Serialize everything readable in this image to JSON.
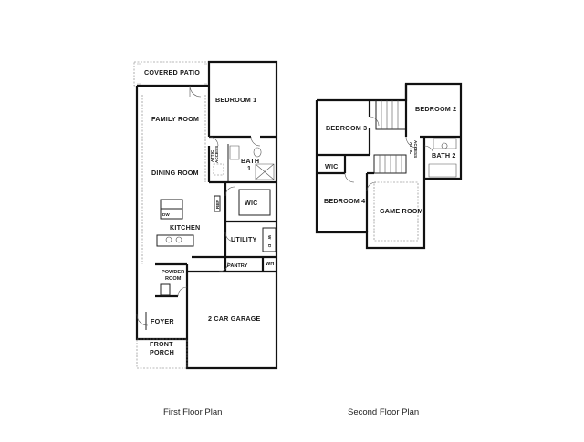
{
  "first_floor": {
    "title": "First Floor Plan",
    "rooms": {
      "covered_patio": "COVERED PATIO",
      "family_room": "FAMILY ROOM",
      "bedroom_1": "BEDROOM 1",
      "dining_room": "DINING ROOM",
      "bath_1": "BATH",
      "bath_1_num": "1",
      "attic_access_a": "ATTIC",
      "attic_access_b": "ACCESS",
      "wic": "WIC",
      "ref": "REF",
      "dw": "DW",
      "kitchen": "KITCHEN",
      "utility": "UTILITY",
      "wd_w": "W",
      "wd_d": "D",
      "pantry": "PANTRY",
      "wh": "WH",
      "powder_room_a": "POWDER",
      "powder_room_b": "ROOM",
      "foyer": "FOYER",
      "garage": "2 CAR GARAGE",
      "front_porch_a": "FRONT",
      "front_porch_b": "PORCH"
    }
  },
  "second_floor": {
    "title": "Second Floor Plan",
    "rooms": {
      "bedroom_3": "BEDROOM 3",
      "bedroom_2": "BEDROOM 2",
      "attic_access_a": "ATTIC",
      "attic_access_b": "ACCESS",
      "bath_2": "BATH 2",
      "wic": "WIC",
      "bedroom_4": "BEDROOM 4",
      "game_room": "GAME ROOM"
    }
  }
}
